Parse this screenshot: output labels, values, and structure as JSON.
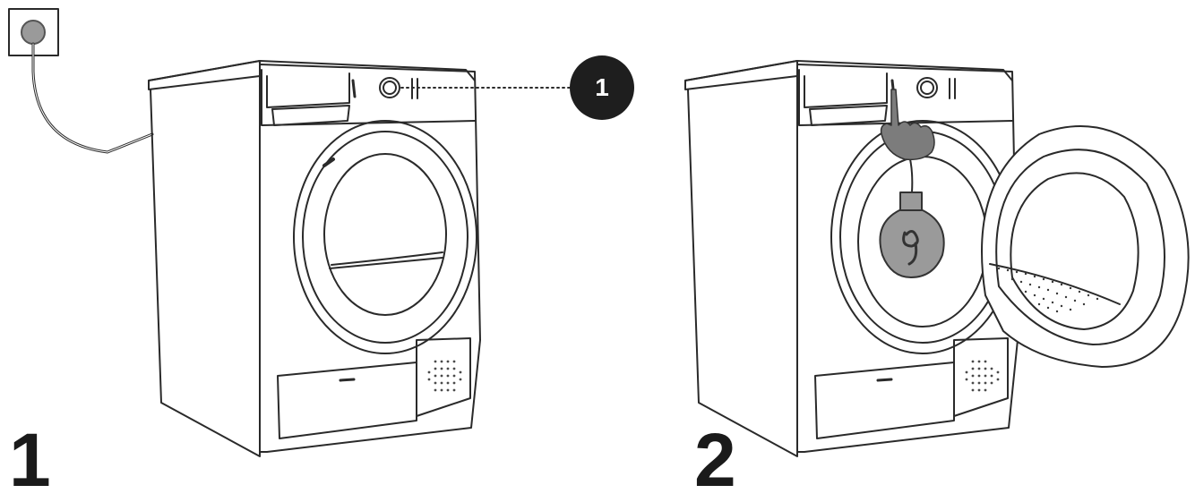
{
  "steps": {
    "step1_number": "1",
    "step2_number": "2"
  },
  "callout": {
    "number": "1"
  },
  "icons": {
    "plug": "power-socket-icon",
    "hand": "pointing-hand-icon",
    "bulb": "light-bulb-icon"
  },
  "colors": {
    "line": "#2a2a2a",
    "callout_fill": "#1e1e1e",
    "grey_fill": "#9a9a9a"
  }
}
